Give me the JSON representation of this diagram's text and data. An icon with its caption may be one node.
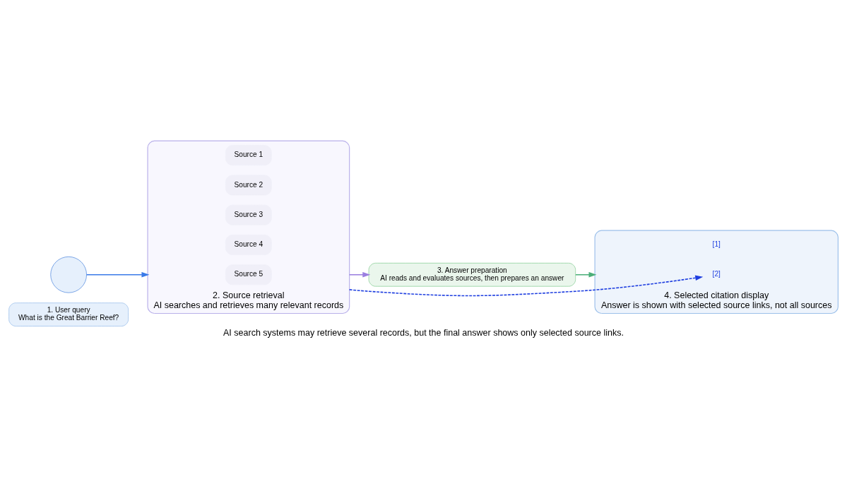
{
  "diagram": {
    "caption": "AI search systems may retrieve several records, but the final answer shows only selected source links.",
    "nodes": [
      {
        "text": [
          "1. User query",
          "What is the Great Barrier Reef?"
        ]
      },
      {
        "text": [],
        "shape": "person"
      },
      {
        "text": [
          "2. Source retrieval",
          "AI searches and retrieves many relevant records"
        ]
      },
      {
        "text": [
          "Source 1"
        ],
        "in": 2
      },
      {
        "text": [
          "Source 2"
        ],
        "in": 2
      },
      {
        "text": [
          "Source 3"
        ],
        "in": 2
      },
      {
        "text": [
          "Source 4"
        ],
        "in": 2
      },
      {
        "text": [
          "Source 5"
        ],
        "in": 2
      },
      {
        "text": [
          "3. Answer preparation",
          "AI reads and evaluates sources, then prepares an answer"
        ]
      },
      {
        "text": [
          "4. Selected citation display",
          "Answer is shown with selected source links, not all sources"
        ]
      },
      {
        "text": [
          "[1]"
        ],
        "in": 9
      },
      {
        "text": [
          "[2]"
        ],
        "in": 9
      }
    ],
    "edges": [
      {
        "from": 1,
        "to": 2,
        "arrow": "to",
        "color": "#3b7be8"
      },
      {
        "from": 2,
        "to": 8,
        "arrow": "to",
        "color": "#9b7fe0"
      },
      {
        "from": 8,
        "to": 9,
        "arrow": "to",
        "color": "#4caf7a"
      },
      {
        "from": 2,
        "to": 11,
        "arrow": "to",
        "style": "dashed",
        "color": "#1f3fe0"
      }
    ]
  }
}
